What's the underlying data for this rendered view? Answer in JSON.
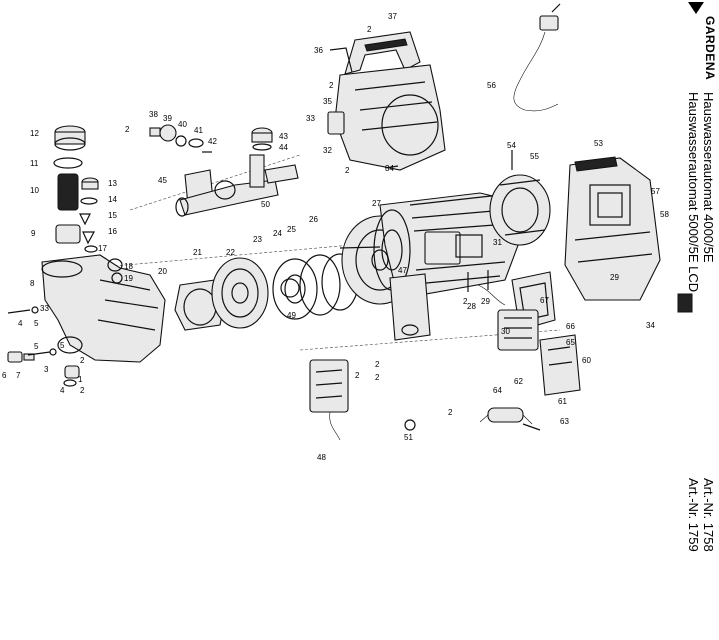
{
  "brand": {
    "name": "GARDENA",
    "logo_icon": "gardena-triangle-icon"
  },
  "titles": {
    "line1": "Hauswasserautomat 4000/5E",
    "line2": "Hauswasserautomat 5000/5E LCD"
  },
  "article_numbers": {
    "line1": "Art.-Nr. 1758",
    "line2": "Art.-Nr. 1759"
  },
  "callouts": [
    "1",
    "2",
    "3",
    "4",
    "5",
    "6",
    "7",
    "8",
    "9",
    "10",
    "11",
    "12",
    "13",
    "14",
    "15",
    "16",
    "17",
    "18",
    "19",
    "20",
    "21",
    "22",
    "23",
    "24",
    "25",
    "26",
    "27",
    "28",
    "29",
    "30",
    "31",
    "32",
    "33",
    "34",
    "35",
    "36",
    "37",
    "38",
    "39",
    "40",
    "41",
    "42",
    "43",
    "44",
    "45",
    "47",
    "48",
    "49",
    "50",
    "51",
    "53",
    "54",
    "55",
    "56",
    "57",
    "58",
    "60",
    "61",
    "62",
    "63",
    "64",
    "65",
    "66",
    "67",
    "2",
    "2",
    "2",
    "2",
    "2",
    "2",
    "2",
    "2",
    "2",
    "2",
    "4",
    "5",
    "5",
    "33",
    "34",
    "29"
  ]
}
